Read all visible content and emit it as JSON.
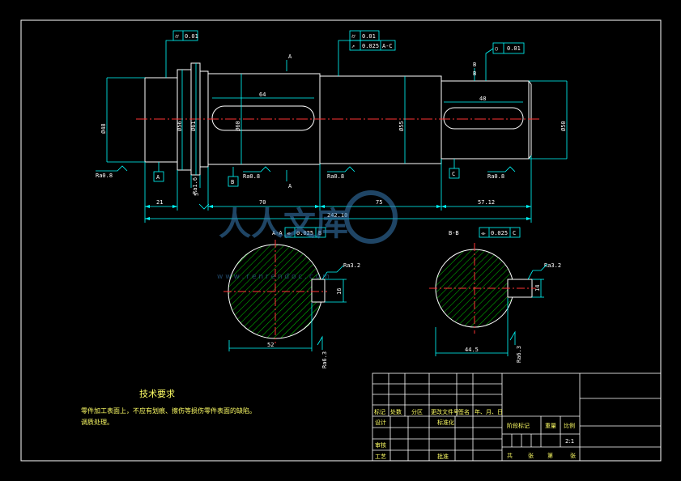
{
  "drawing": {
    "dims": {
      "d_left": "Ø48",
      "d_mid1": "Ø56",
      "d_mid2": "Ø61",
      "d_body": "Ø60",
      "d_right": "Ø55",
      "d_rightend": "Ø50",
      "len_21": "21",
      "len_70": "70",
      "len_75": "75",
      "len_total": "242.10",
      "len_right": "57.12",
      "key1": "64",
      "key2": "48",
      "shoulder": "5",
      "flange": "5"
    },
    "gdt": {
      "top_left": {
        "sym": "⌭",
        "val": "0.01"
      },
      "top_mid_1": {
        "sym": "⌭",
        "val": "0.01"
      },
      "top_mid_2": {
        "sym": "↗",
        "val": "0.025",
        "datum": "A-C"
      },
      "top_right": {
        "sym": "○",
        "val": "0.01"
      },
      "sec_left": {
        "sym": "⌯",
        "val": "0.025",
        "datum": "B"
      },
      "sec_right": {
        "sym": "⌯",
        "val": "0.025",
        "datum": "C"
      }
    },
    "roughness": {
      "r1": "Ra0.8",
      "r2": "Ra0.8",
      "r3": "Ra0.8",
      "r4": "Ra0.8",
      "r5": "Ra1.6",
      "r6": "Ra3.2",
      "r7": "Ra3.2",
      "r8": "Ra6.3",
      "r9": "Ra6.3"
    },
    "datums": {
      "a": "A",
      "b": "B",
      "c": "C"
    },
    "section_labels": {
      "left": "A-A",
      "right": "B-B"
    },
    "section_dims": {
      "left_width": "52",
      "left_key": "16",
      "right_width": "44.5",
      "right_key": "14"
    },
    "cut_marks": {
      "a1": "A",
      "a2": "A",
      "b1": "B",
      "b2": "B"
    }
  },
  "notes": {
    "title": "技术要求",
    "line1": "零件加工表面上，不应有划痕、擦伤等损伤零件表面的缺陷。",
    "line2": "调质处理。"
  },
  "title_block": {
    "row_a": [
      "标记",
      "处数",
      "分区",
      "更改文件号",
      "签名",
      "年、月、日"
    ],
    "design": "设计",
    "standard": "标准化",
    "review": "审核",
    "process": "工艺",
    "approve": "批准",
    "stage": "阶段标记",
    "weight": "重量",
    "scale_label": "比例",
    "scale": "2:1",
    "sheets": [
      "共",
      "张",
      "第",
      "张"
    ]
  },
  "watermark": {
    "text": "人人文库",
    "url": "w w w . r e n r e n d o c . c o m"
  }
}
